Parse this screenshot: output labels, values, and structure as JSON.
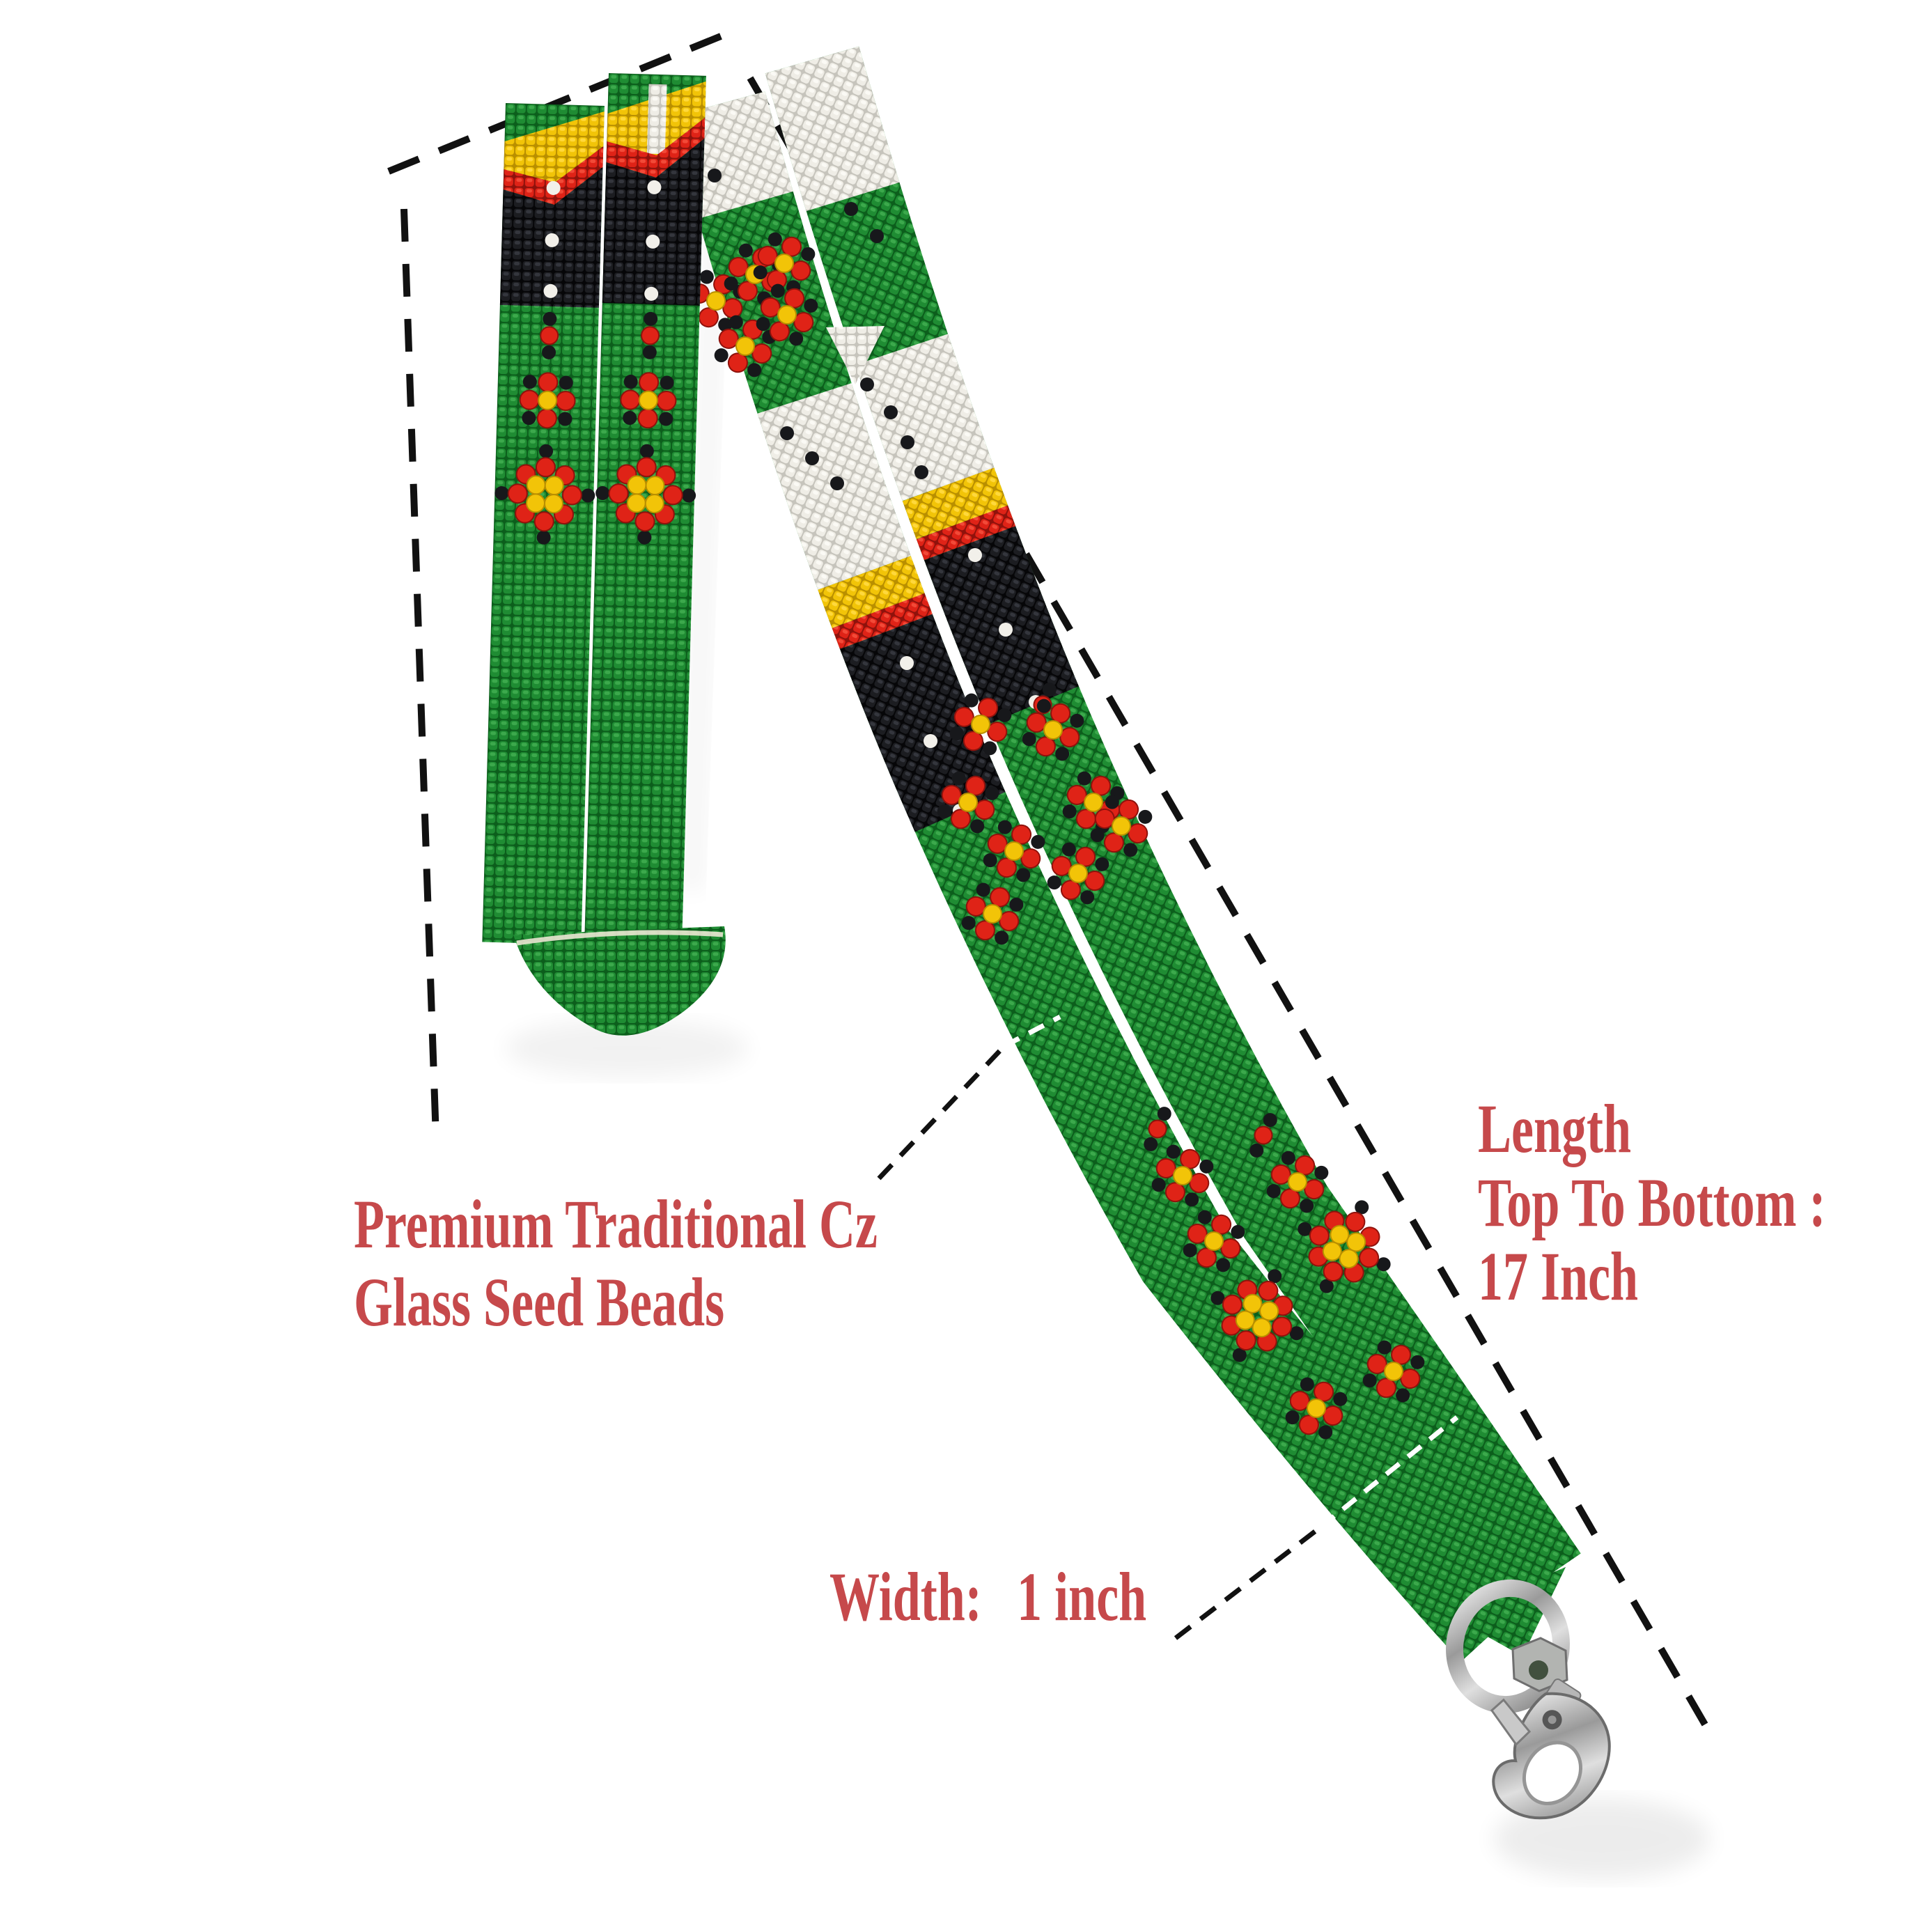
{
  "page": {
    "background": "#ffffff"
  },
  "annotation_text_color": "#c6494b",
  "labels": {
    "material": {
      "line1": "Premium Traditional Cz",
      "line2": "Glass Seed Beads"
    },
    "length": {
      "line1": "Length",
      "line2": "Top To Bottom :",
      "line3": "17 Inch"
    },
    "width": {
      "label": "Width:",
      "value": "1 inch"
    }
  },
  "artwork": {
    "subject": "hand-beaded lanyard folded in half with silver swivel lobster clasp",
    "icons": [
      "beaded-strap",
      "lobster-clasp-icon",
      "dashed-measure-line"
    ],
    "colors": {
      "bead_green": "#1f8c33",
      "bead_green_dark": "#0c5e1c",
      "bead_black": "#1c1d21",
      "bead_white": "#efede6",
      "bead_red": "#df2317",
      "bead_yellow": "#f2c408",
      "metal_silver": "#b9b9b9",
      "dashed_line": "#111111"
    }
  }
}
